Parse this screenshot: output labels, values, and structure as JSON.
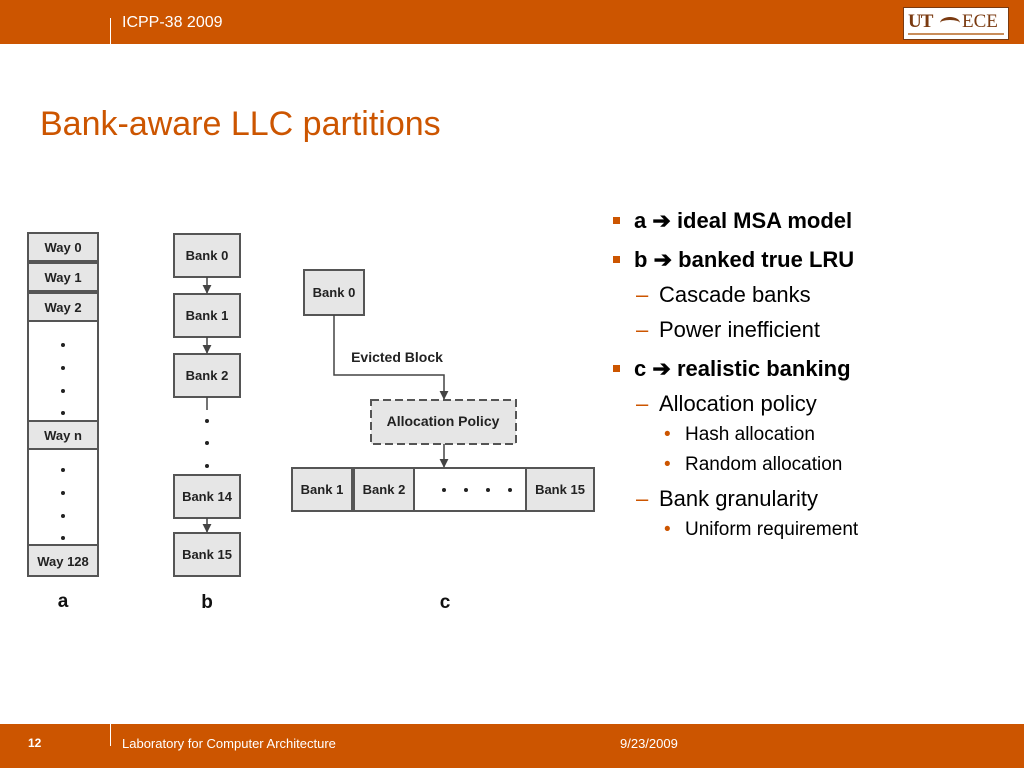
{
  "header": {
    "conference": "ICPP-38 2009",
    "logo_left": "UT",
    "logo_right": "ECE"
  },
  "slide": {
    "title": "Bank-aware LLC partitions"
  },
  "diagram": {
    "a": {
      "label": "a",
      "ways": [
        "Way 0",
        "Way 1",
        "Way 2",
        "Way n",
        "Way 128"
      ]
    },
    "b": {
      "label": "b",
      "banks": [
        "Bank 0",
        "Bank 1",
        "Bank 2",
        "Bank 14",
        "Bank 15"
      ]
    },
    "c": {
      "label": "c",
      "bank0": "Bank 0",
      "evicted": "Evicted Block",
      "policy": "Allocation Policy",
      "row": [
        "Bank 1",
        "Bank 2",
        "Bank 15"
      ]
    }
  },
  "bullets": {
    "a_key": "a",
    "a_text": "ideal MSA model",
    "b_key": "b",
    "b_text": "banked true LRU",
    "b_sub1": "Cascade banks",
    "b_sub2": "Power inefficient",
    "c_key": "c",
    "c_text": "realistic banking",
    "c_sub1": "Allocation policy",
    "c_sub1_a": "Hash allocation",
    "c_sub1_b": "Random allocation",
    "c_sub2": "Bank granularity",
    "c_sub2_a": "Uniform requirement"
  },
  "footer": {
    "page": "12",
    "lab": "Laboratory for Computer Architecture",
    "date": "9/23/2009"
  },
  "colors": {
    "accent": "#cc5500",
    "box_fill": "#e6e6e6",
    "border": "#555555"
  }
}
